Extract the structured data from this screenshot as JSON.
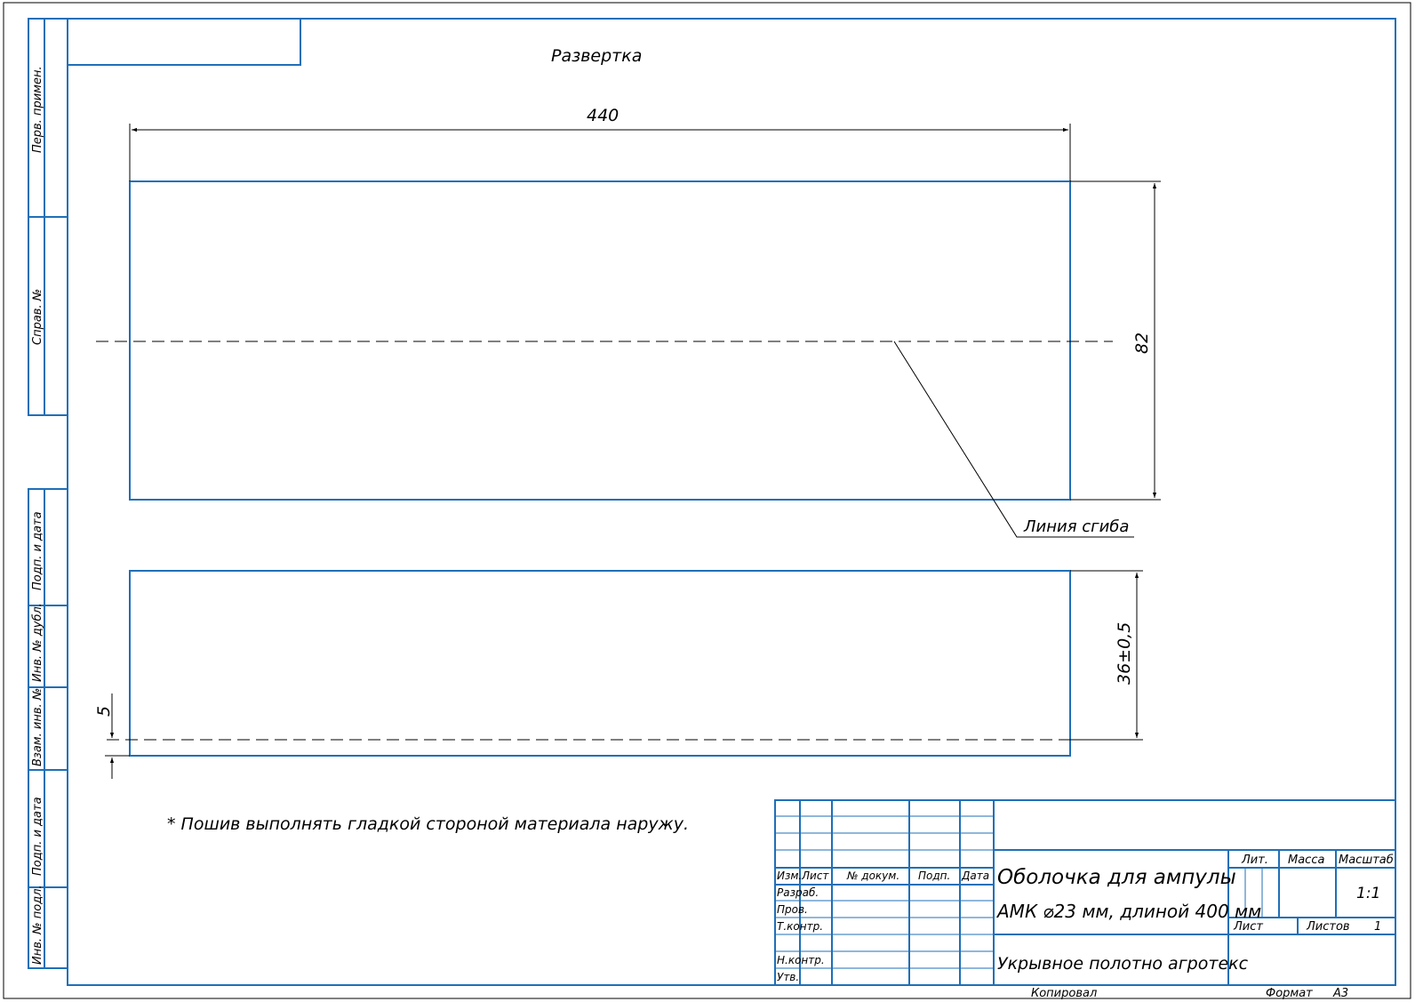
{
  "drawing": {
    "view_title": "Развертка",
    "note": "* Пошив выполнять гладкой стороной материала наружу.",
    "fold_line_label": "Линия сгиба"
  },
  "dimensions": {
    "width": "440",
    "height_upper": "82",
    "height_lower": "36±0,5",
    "margin": "5"
  },
  "side_stamp": {
    "perv_primen": "Перв. примен.",
    "sprav_no": "Справ. №",
    "podp_data_1": "Подп. и дата",
    "inv_dubl": "Инв. № дубл.",
    "vzam_inv": "Взам. инв. №",
    "podp_data_2": "Подп. и дата",
    "inv_podl": "Инв. № подл."
  },
  "title_block": {
    "cols": {
      "izm": "Изм.",
      "list": "Лист",
      "docum": "№ докум.",
      "podp": "Подп.",
      "data": "Дата"
    },
    "roles": {
      "razrab": "Разраб.",
      "prov": "Пров.",
      "tkontr": "Т.контр.",
      "nkontr": "Н.контр.",
      "utv": "Утв."
    },
    "name_line1": "Оболочка для ампулы",
    "name_line2": "АМК ⌀23 мм, длиной 400 мм",
    "material": "Укрывное полотно агротекс",
    "lit_label": "Лит.",
    "massa_label": "Масса",
    "masshtab_label": "Масштаб",
    "masshtab_value": "1:1",
    "list_label": "Лист",
    "listov_label": "Листов",
    "listov_value": "1"
  },
  "footer": {
    "kopiroval": "Копировал",
    "format_label": "Формат",
    "format_value": "А3"
  },
  "colors": {
    "frame_blue": "#1f6fb7",
    "line_black": "#000000"
  }
}
